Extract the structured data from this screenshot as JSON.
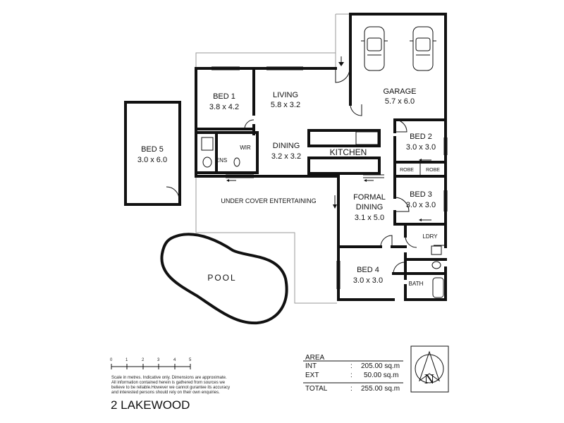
{
  "rooms": {
    "bed5": {
      "name": "BED 5",
      "dims": "3.0 x 6.0"
    },
    "bed1": {
      "name": "BED 1",
      "dims": "3.8 x 4.2"
    },
    "living": {
      "name": "LIVING",
      "dims": "5.8 x 3.2"
    },
    "garage": {
      "name": "GARAGE",
      "dims": "5.7 x 6.0"
    },
    "bed2": {
      "name": "BED 2",
      "dims": "3.0 x 3.0"
    },
    "dining": {
      "name": "DINING",
      "dims": "3.2 x 3.2"
    },
    "kitchen": {
      "name": "KITCHEN"
    },
    "bed3": {
      "name": "BED 3",
      "dims": "3.0 x 3.0"
    },
    "formal_dining": {
      "name1": "FORMAL",
      "name2": "DINING",
      "dims": "3.1 x 5.0"
    },
    "bed4": {
      "name": "BED 4",
      "dims": "3.0 x 3.0"
    },
    "ens": "ENS",
    "wir": "WIR",
    "robe_left": "ROBE",
    "robe_right": "ROBE",
    "ldry": "LDRY",
    "bath": "BATH",
    "entertaining": "UNDER COVER ENTERTAINING",
    "pool": "POOL"
  },
  "scale": {
    "ticks": [
      "0",
      "1",
      "2",
      "3",
      "4",
      "5"
    ],
    "disclaimer": [
      "Scale in metres. Indicative only. Dimensions are approximate.",
      "All information contained herein is gathered from sources we",
      "believe to be reliable.However we cannot gurantee its accuracy",
      "and interested persons should rely on their own enquiries."
    ]
  },
  "area": {
    "heading": "AREA",
    "rows": [
      {
        "label": "INT",
        "sep": ":",
        "value": "205.00 sq.m"
      },
      {
        "label": "EXT",
        "sep": ":",
        "value": "50.00 sq.m"
      }
    ],
    "total": {
      "label": "TOTAL",
      "sep": ":",
      "value": "255.00 sq.m"
    }
  },
  "compass": "N",
  "address": "2 LAKEWOOD"
}
